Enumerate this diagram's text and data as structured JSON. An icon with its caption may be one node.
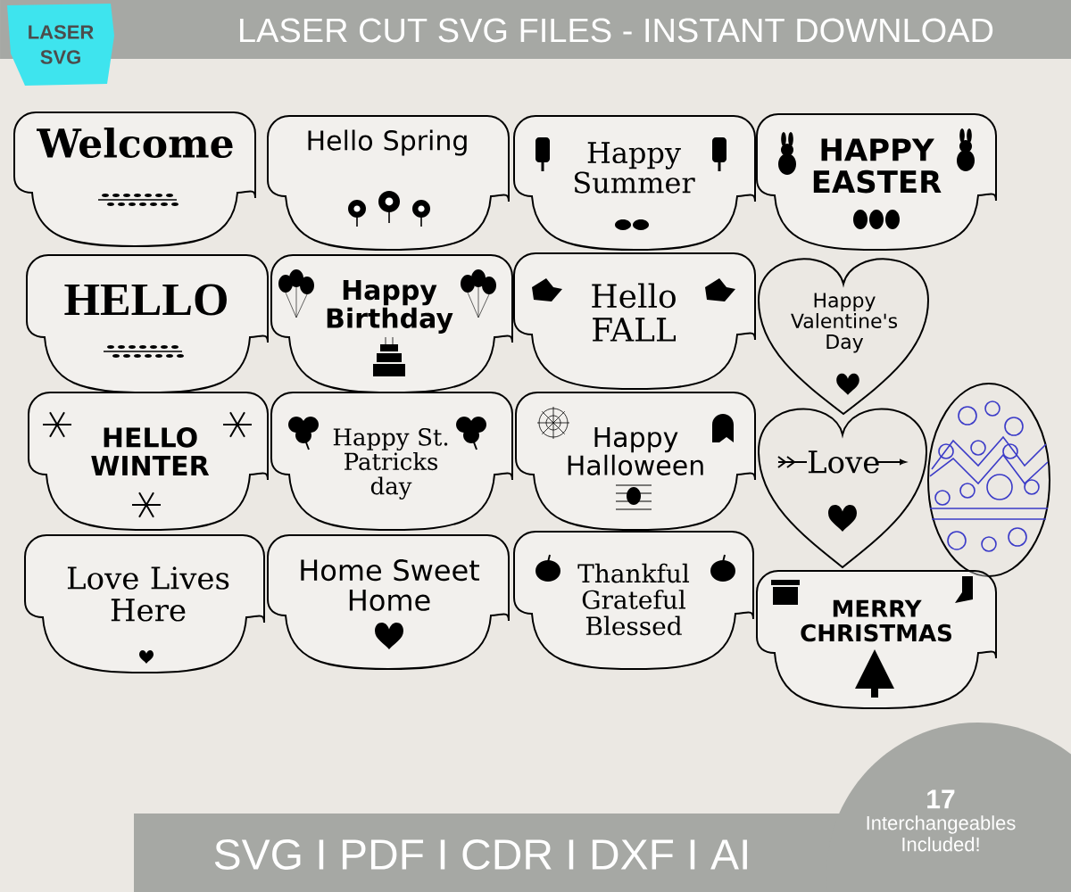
{
  "diagram": {
    "title": "LASER CUT SVG FILES - INSTANT DOWNLOAD",
    "nodes": [
      {
        "text": [
          "LASER SVG"
        ]
      },
      {
        "text": [
          "Welcome"
        ]
      },
      {
        "text": [
          "Hello Spring"
        ]
      },
      {
        "text": [
          "Happy Summer"
        ]
      },
      {
        "text": [
          "HAPPY EASTER"
        ]
      },
      {
        "text": [
          "HELLO"
        ]
      },
      {
        "text": [
          "Happy Birthday"
        ]
      },
      {
        "text": [
          "Hello FALL"
        ]
      },
      {
        "text": [
          "Happy Valentine's Day"
        ]
      },
      {
        "text": [
          "HELLO WINTER"
        ]
      },
      {
        "text": [
          "Happy St. Patricks day"
        ]
      },
      {
        "text": [
          "Happy Halloween"
        ]
      },
      {
        "text": [
          "Love"
        ]
      },
      {
        "text": [],
        "shape": "egg"
      },
      {
        "text": [
          "Love Lives Here"
        ]
      },
      {
        "text": [
          "Home Sweet Home"
        ]
      },
      {
        "text": [
          "Thankful Grateful Blessed"
        ]
      },
      {
        "text": [
          "MERRY CHRISTMAS"
        ]
      },
      {
        "text": [
          "17",
          "Interchangeables Included!"
        ]
      }
    ],
    "labels": [
      "SVG I PDF I CDR I DXF I AI"
    ]
  }
}
